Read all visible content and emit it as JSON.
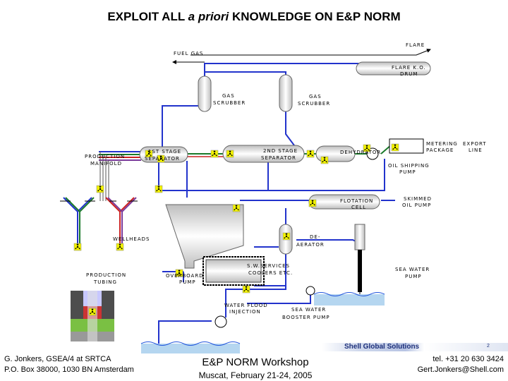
{
  "title": {
    "part1": "EXPLOIT ALL ",
    "part2": "a priori",
    "part3": " KNOWLEDGE ON E&P NORM"
  },
  "labels": {
    "flare": "FLARE",
    "fuel_gas": "FUEL GAS",
    "flare_ko_1": "FLARE K.O.",
    "flare_ko_2": "DRUM",
    "gas_scrubber_left_1": "GAS",
    "gas_scrubber_left_2": "SCRUBBER",
    "gas_scrubber_right_1": "GAS",
    "gas_scrubber_right_2": "SCRUBBER",
    "production_manifold_1": "PRODUCTION",
    "production_manifold_2": "MANIFOLD",
    "first_stage_1": "1ST STAGE",
    "first_stage_2": "SEPARATOR",
    "second_stage_1": "2ND STAGE",
    "second_stage_2": "SEPARATOR",
    "dehydrator": "DEHYDRATOR",
    "metering_1": "METERING",
    "metering_2": "PACKAGE",
    "export_1": "EXPORT",
    "export_2": "LINE",
    "oil_shipping_1": "OIL SHIPPING",
    "oil_shipping_2": "PUMP",
    "flotation_1": "FLOTATION",
    "flotation_2": "CELL",
    "skimmed_1": "SKIMMED",
    "skimmed_2": "OIL PUMP",
    "wellheads": "WELLHEADS",
    "deaerator_1": "DE-",
    "deaerator_2": "AERATOR",
    "production_tubing_1": "PRODUCTION",
    "production_tubing_2": "TUBING",
    "overboard_1": "OVERBOARD",
    "overboard_2": "PUMP",
    "services_1": "S.W.SERVICES",
    "services_2": "COOLERS ETC.",
    "sea_water_pump_1": "SEA WATER",
    "sea_water_pump_2": "PUMP",
    "water_flood_1": "WATER FLOOD",
    "water_flood_2": "INJECTION",
    "booster_1": "SEA WATER",
    "booster_2": "BOOSTER PUMP"
  },
  "footer": {
    "left_line1": "G. Jonkers, GSEA/4 at SRTCA",
    "left_line2": "P.O. Box 38000, 1030 BN Amsterdam",
    "center_line1": "E&P NORM Workshop",
    "center_line2": "Muscat, February 21-24, 2005",
    "right_line1": "tel. +31 20 630 3424",
    "right_line2": "Gert.Jonkers@Shell.com",
    "brand": "Shell Global Solutions",
    "page_number": "2"
  },
  "colors": {
    "gas_line": "#2233cc",
    "oil_line": "#1a7a2a",
    "water_line": "#2255dd",
    "red_line": "#cc2222",
    "purple_line": "#7a3a9a",
    "vessel_fill": "#e8e8e8",
    "norm_symbol": "#e6e600",
    "sea": "#b5d6f0"
  }
}
